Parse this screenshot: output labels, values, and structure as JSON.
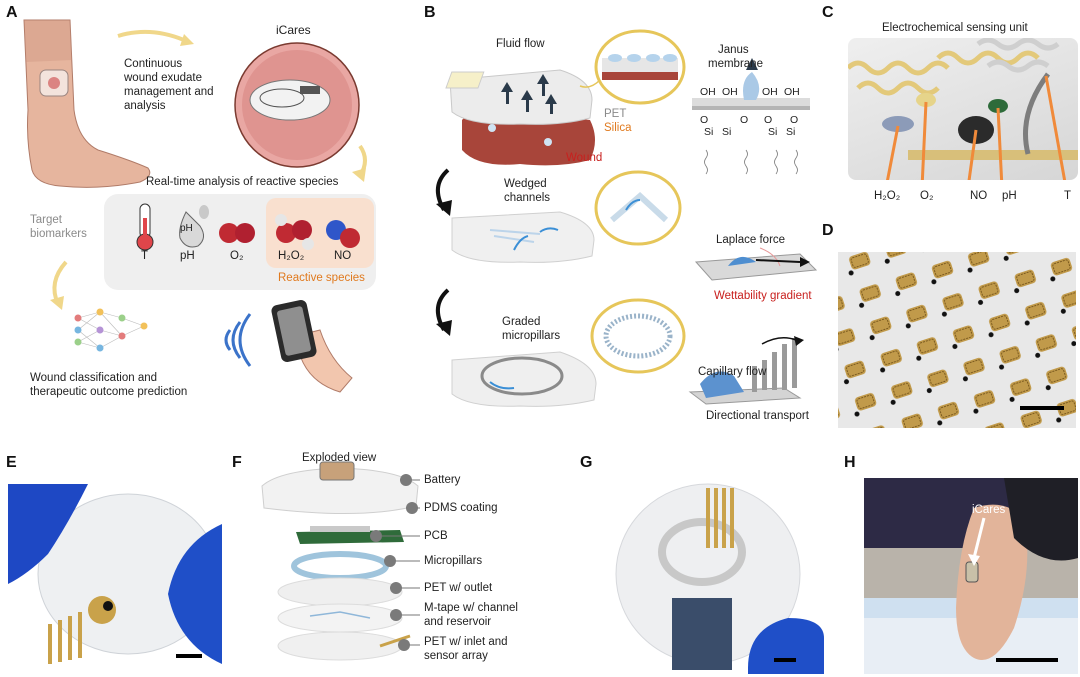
{
  "panels": {
    "A": {
      "letter": "A",
      "device_name": "iCares",
      "exudate_text": [
        "Continuous",
        "wound exudate",
        "management and",
        "analysis"
      ],
      "realtime_title": "Real-time analysis of reactive species",
      "target_biomarkers": [
        "Target",
        "biomarkers"
      ],
      "sensors": [
        {
          "label": "T"
        },
        {
          "label": "pH"
        },
        {
          "label": "O₂"
        },
        {
          "label": "H₂O₂"
        },
        {
          "label": "NO"
        }
      ],
      "reactive_species": "Reactive species",
      "ph_bubble": "pH",
      "outcome_text": [
        "Wound classification and",
        "therapeutic outcome prediction"
      ]
    },
    "B": {
      "letter": "B",
      "fluid_flow": "Fluid flow",
      "janus": [
        "Janus",
        "membrane"
      ],
      "pet": "PET",
      "silica": "Silica",
      "wound": "Wound",
      "oh_labels": [
        "OH",
        "OH",
        "OH",
        "OH"
      ],
      "o_labels": [
        "O",
        "O",
        "O",
        "O"
      ],
      "si_labels": [
        "Si",
        "Si",
        "Si",
        "Si"
      ],
      "wedged": [
        "Wedged",
        "channels"
      ],
      "laplace": "Laplace force",
      "wettability": "Wettability gradient",
      "graded": [
        "Graded",
        "micropillars"
      ],
      "capillary": "Capillary flow",
      "directional": "Directional transport"
    },
    "C": {
      "letter": "C",
      "title": "Electrochemical sensing unit",
      "labels": [
        "H₂O₂",
        "O₂",
        "NO",
        "pH",
        "T"
      ]
    },
    "D": {
      "letter": "D"
    },
    "E": {
      "letter": "E"
    },
    "F": {
      "letter": "F",
      "title": "Exploded view",
      "layers": [
        "Battery",
        "PDMS coating",
        "PCB",
        "Micropillars",
        "PET w/ outlet",
        "M-tape w/ channel",
        "and reservoir",
        "PET w/ inlet and",
        "sensor array"
      ]
    },
    "G": {
      "letter": "G"
    },
    "H": {
      "letter": "H",
      "callout": "iCares"
    }
  },
  "colors": {
    "accent_orange": "#e07a1f",
    "accent_red": "#c8201e",
    "arrow_yellow": "#f0d78a",
    "gold": "#c9a24a",
    "glove_blue": "#1f4fc8"
  }
}
